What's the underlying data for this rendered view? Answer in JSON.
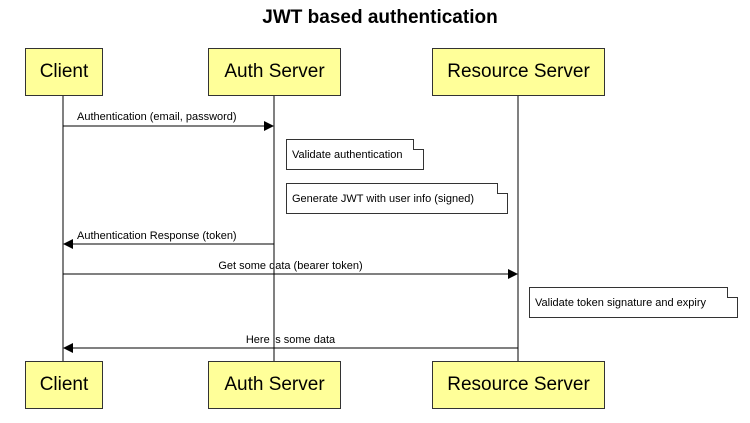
{
  "title": "JWT based authentication",
  "participants": [
    {
      "id": "client",
      "label": "Client"
    },
    {
      "id": "auth",
      "label": "Auth Server"
    },
    {
      "id": "resource",
      "label": "Resource Server"
    }
  ],
  "messages": [
    {
      "from": "client",
      "to": "auth",
      "label": "Authentication (email, password)"
    },
    {
      "from": "auth",
      "to": "client",
      "label": "Authentication Response (token)"
    },
    {
      "from": "client",
      "to": "resource",
      "label": "Get some data (bearer token)"
    },
    {
      "from": "resource",
      "to": "client",
      "label": "Here is some data"
    }
  ],
  "notes": [
    {
      "over": "auth",
      "text": "Validate authentication"
    },
    {
      "over": "auth",
      "text": "Generate JWT with user info (signed)"
    },
    {
      "over": "resource",
      "text": "Validate token signature and expiry"
    }
  ],
  "colors": {
    "participant_fill": "#ffff99",
    "line": "#000000"
  }
}
